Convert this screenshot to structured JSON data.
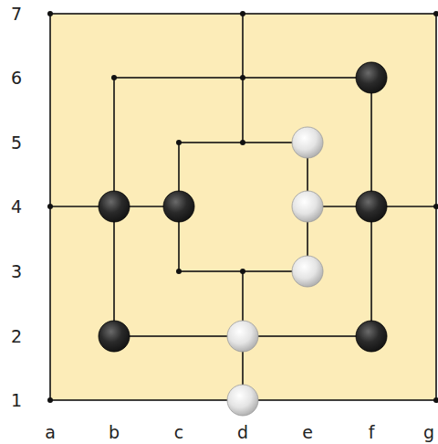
{
  "diagram": {
    "labels": [
      "7",
      "6",
      "5",
      "4",
      "3",
      "2",
      "1",
      "a",
      "b",
      "c",
      "d",
      "e",
      "f",
      "g"
    ]
  }
}
